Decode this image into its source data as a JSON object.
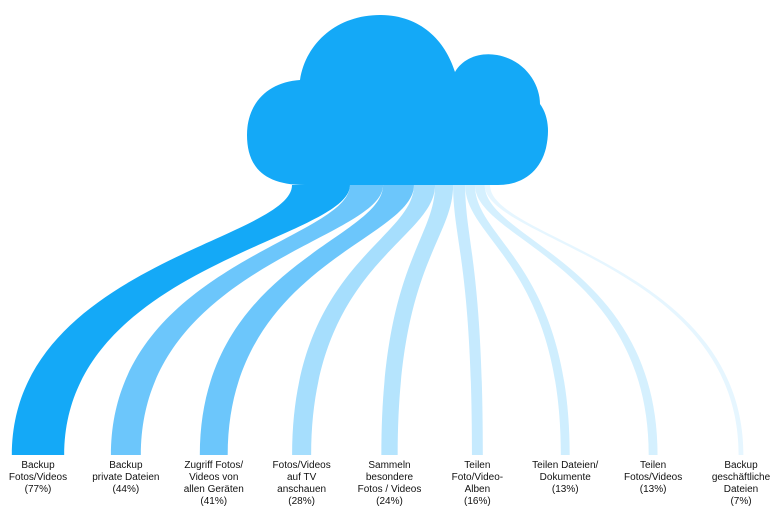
{
  "colors": {
    "cloud": "#14A9F7",
    "background": "#FFFFFF",
    "text": "#111111"
  },
  "chart_data": {
    "type": "sankey",
    "title": "",
    "unit": "%",
    "categories": [
      "Backup Fotos/Videos",
      "Backup private Dateien",
      "Zugriff Fotos/ Videos von allen Geräten",
      "Fotos/Videos auf TV anschauen",
      "Sammeln besondere Fotos / Videos",
      "Teilen Foto/Video-Alben",
      "Teilen Dateien/ Dokumente",
      "Teilen Fotos/Videos",
      "Backup geschäftliche Dateien"
    ],
    "values": [
      77,
      44,
      41,
      28,
      24,
      16,
      13,
      13,
      7
    ],
    "labels": [
      {
        "lines": [
          "Backup",
          "Fotos/Videos"
        ],
        "value": "(77%)"
      },
      {
        "lines": [
          "Backup",
          "private Dateien"
        ],
        "value": "(44%)"
      },
      {
        "lines": [
          "Zugriff Fotos/",
          "Videos von",
          "allen Geräten"
        ],
        "value": "(41%)"
      },
      {
        "lines": [
          "Fotos/Videos",
          "auf TV",
          "anschauen"
        ],
        "value": "(28%)"
      },
      {
        "lines": [
          "Sammeln",
          "besondere",
          "Fotos / Videos"
        ],
        "value": "(24%)"
      },
      {
        "lines": [
          "Teilen",
          "Foto/Video-",
          "Alben"
        ],
        "value": "(16%)"
      },
      {
        "lines": [
          "Teilen Dateien/",
          "Dokumente"
        ],
        "value": "(13%)"
      },
      {
        "lines": [
          "Teilen",
          "Fotos/Videos"
        ],
        "value": "(13%)"
      },
      {
        "lines": [
          "Backup",
          "geschäftliche",
          "Dateien"
        ],
        "value": "(7%)"
      }
    ],
    "band_colors": [
      "#14A9F7",
      "#6CC6FB",
      "#6CC6FB",
      "#A6DEFD",
      "#B5E4FD",
      "#C6EAFE",
      "#CFEEFE",
      "#D5F0FE",
      "#E6F6FF"
    ]
  }
}
